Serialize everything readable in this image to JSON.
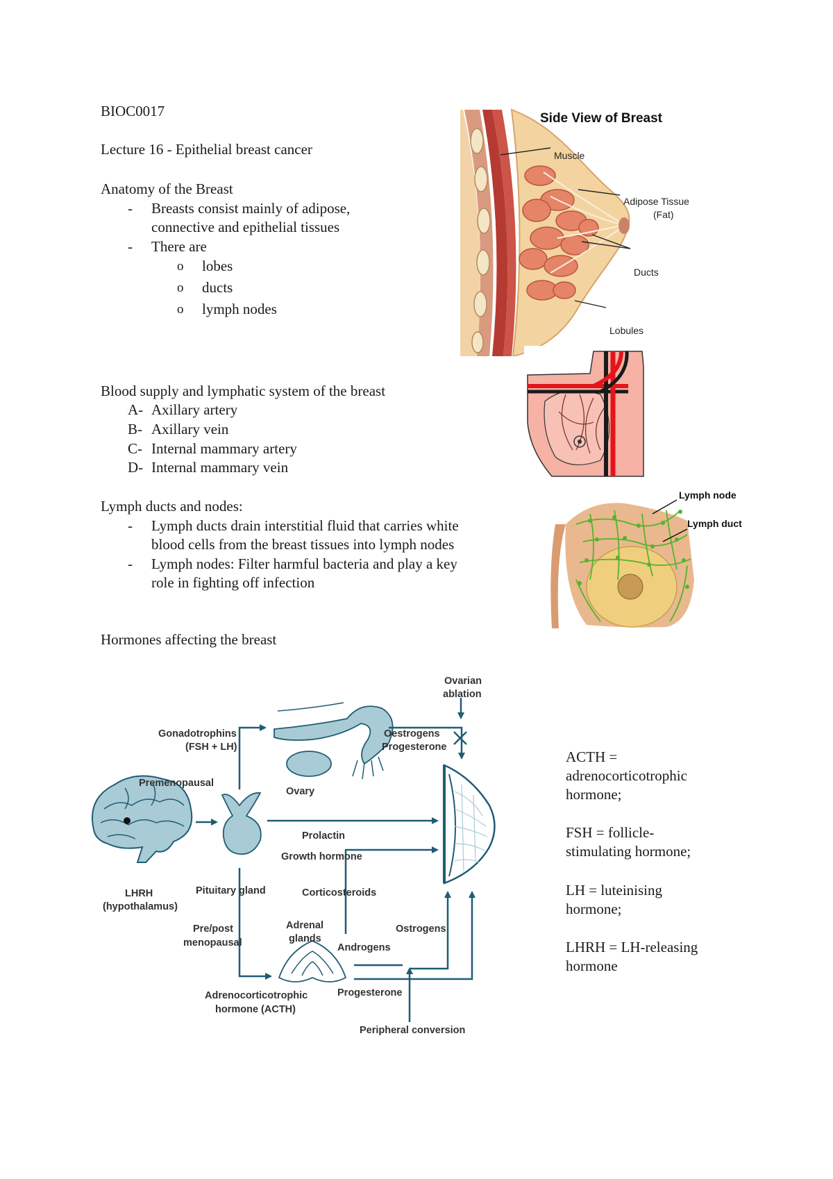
{
  "course_code": "BIOC0017",
  "lecture_title": "Lecture 16 - Epithelial breast cancer",
  "anatomy": {
    "heading": "Anatomy of the Breast",
    "bullet1_line1": "Breasts consist mainly of adipose,",
    "bullet1_line2": "connective and epithelial tissues",
    "bullet2": "There are",
    "sub": [
      "lobes",
      "ducts",
      "lymph nodes"
    ],
    "dash": "-",
    "sub_marker": "o"
  },
  "side_view_figure": {
    "title": "Side View of Breast",
    "muscle": "Muscle",
    "adipose_line1": "Adipose Tissue",
    "adipose_line2": "(Fat)",
    "ducts": "Ducts",
    "lobules": "Lobules"
  },
  "blood_supply": {
    "heading": "Blood supply and lymphatic system of the breast",
    "items": [
      {
        "letter": "A-",
        "text": "Axillary artery"
      },
      {
        "letter": "B-",
        "text": "Axillary vein"
      },
      {
        "letter": "C-",
        "text": "Internal mammary artery"
      },
      {
        "letter": "D-",
        "text": "Internal mammary vein"
      }
    ]
  },
  "lymph": {
    "heading": "Lymph ducts and nodes:",
    "b1_line1": "Lymph ducts drain interstitial fluid that carries white",
    "b1_line2": "blood cells from the breast tissues into lymph nodes",
    "b2_line1": "Lymph nodes: Filter harmful bacteria and play a key",
    "b2_line2": "role in fighting off infection",
    "fig_node": "Lymph node",
    "fig_duct": "Lymph duct"
  },
  "hormones": {
    "heading": "Hormones affecting the breast",
    "diagram": {
      "ovarian_ablation_1": "Ovarian",
      "ovarian_ablation_2": "ablation",
      "gonadotrophins_1": "Gonadotrophins",
      "gonadotrophins_2": "(FSH + LH)",
      "oestrogens": "Oestrogens",
      "progesterone_top": "Progesterone",
      "premenopausal": "Premenopausal",
      "ovary": "Ovary",
      "prolactin": "Prolactin",
      "growth_hormone": "Growth hormone",
      "lhrh_1": "LHRH",
      "lhrh_2": "(hypothalamus)",
      "pituitary": "Pituitary gland",
      "corticosteroids": "Corticosteroids",
      "prepost_1": "Pre/post",
      "prepost_2": "menopausal",
      "adrenal_1": "Adrenal",
      "adrenal_2": "glands",
      "ostrogens": "Ostrogens",
      "androgens": "Androgens",
      "progesterone_bottom": "Progesterone",
      "acth_1": "Adrenocorticotrophic",
      "acth_2": "hormone (ACTH)",
      "peripheral": "Peripheral conversion"
    },
    "definitions": {
      "acth_1": "ACTH =",
      "acth_2": "adrenocorticotrophic",
      "acth_3": "hormone;",
      "fsh_1": "FSH = follicle-",
      "fsh_2": "stimulating hormone;",
      "lh_1": "LH = luteinising",
      "lh_2": "hormone;",
      "lhrh_1": "LHRH = LH-releasing",
      "lhrh_2": "hormone"
    }
  },
  "colors": {
    "diagram_teal": "#1f5c74",
    "diagram_fill": "#a9cbd6",
    "artery_red": "#e3141b",
    "lymph_green": "#53b42c"
  }
}
